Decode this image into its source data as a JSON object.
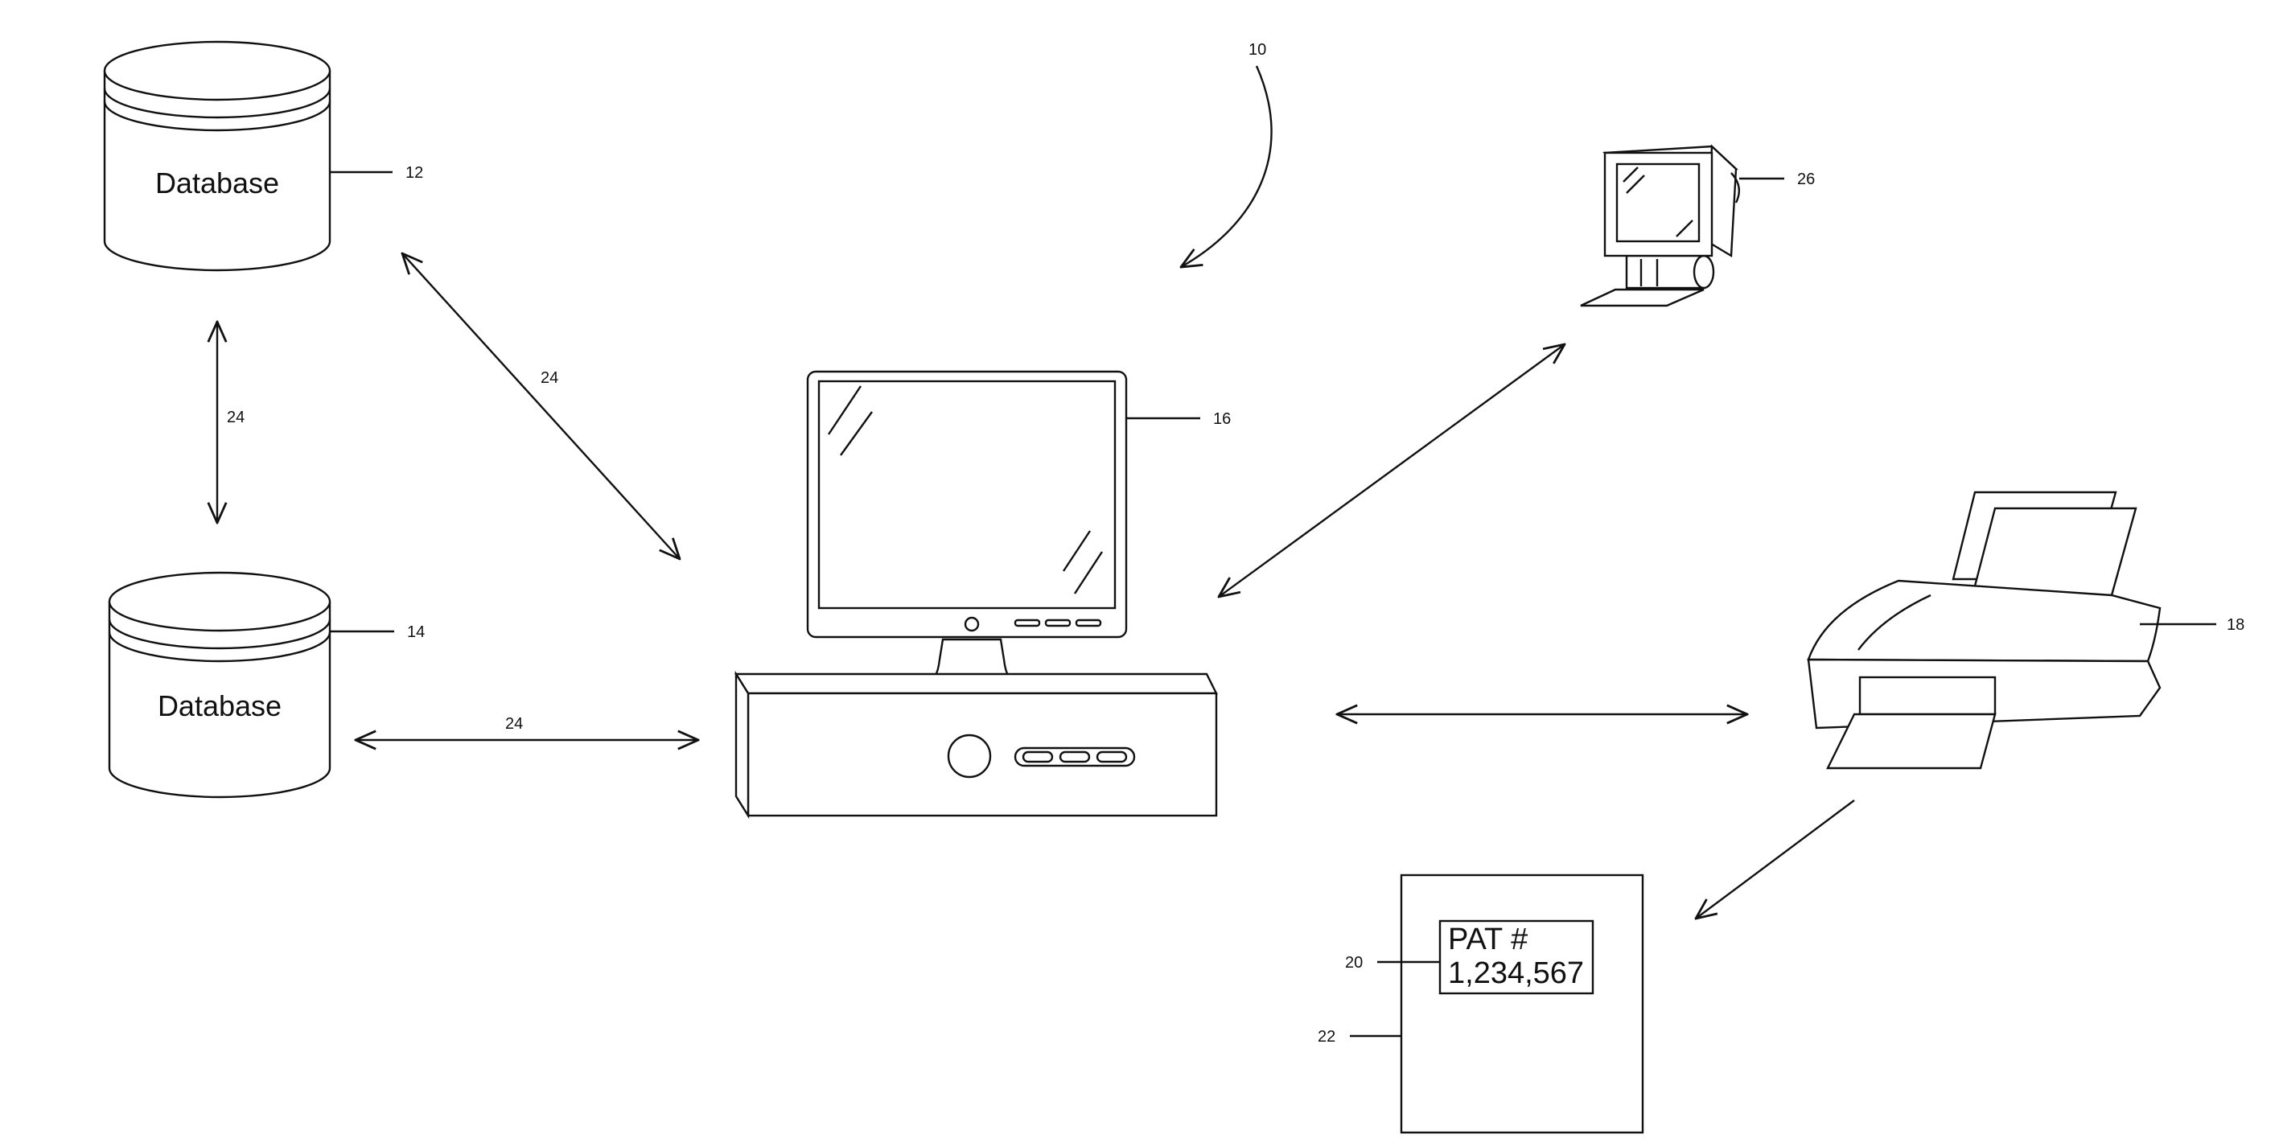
{
  "nodes": {
    "database_top": {
      "label": "Database",
      "ref": "12"
    },
    "database_bottom": {
      "label": "Database",
      "ref": "14"
    },
    "computer_monitor": {
      "ref": "16"
    },
    "printer": {
      "ref": "18"
    },
    "scanner": {
      "ref": "26"
    },
    "document": {
      "ref": "22",
      "label_box_ref": "20",
      "line1": "PAT #",
      "line2": "1,234,567"
    }
  },
  "system_ref": "10",
  "links": {
    "db_to_db": "24",
    "db_top_to_computer": "24",
    "db_bottom_to_computer": "24"
  }
}
